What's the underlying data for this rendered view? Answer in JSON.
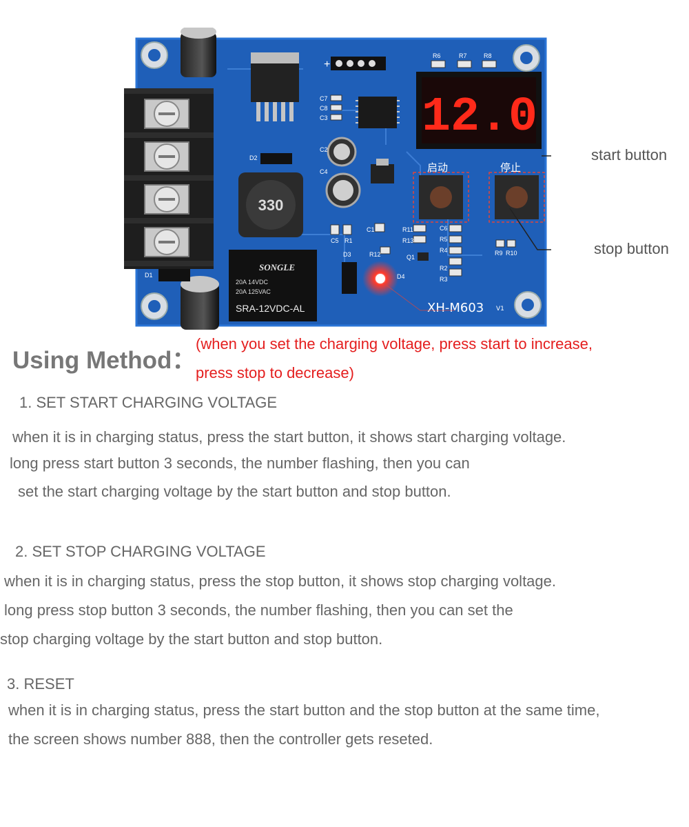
{
  "board": {
    "display_value": "12.0",
    "inductor_label": "330",
    "relay_brand": "SONGLE",
    "relay_spec1": "20A 14VDC",
    "relay_spec2": "20A 125VAC",
    "relay_model": "SRA-12VDC-AL",
    "model_label": "XH-M603",
    "version_label": "V1",
    "start_cn": "启动",
    "stop_cn": "停止",
    "silk": {
      "r6": "R6",
      "r7": "R7",
      "r8": "R8",
      "c7": "C7",
      "c8": "C8",
      "c3": "C3",
      "c2": "C2",
      "c4": "C4",
      "c5": "C5",
      "c1": "C1",
      "c6": "C6",
      "d1": "D1",
      "d2": "D2",
      "d3": "D3",
      "d4": "D4",
      "r1": "R1",
      "r2": "R2",
      "r3": "R3",
      "r4": "R4",
      "r5": "R5",
      "r9": "R9",
      "r10": "R10",
      "r11": "R11",
      "r12": "R12",
      "r13": "R13",
      "q1": "Q1"
    }
  },
  "callouts": {
    "start": "start button",
    "stop": "stop button"
  },
  "heading": {
    "title": "Using Method：",
    "note_line1": "(when you set the charging voltage,  press start to increase,",
    "note_line2": "press stop to decrease)"
  },
  "sections": [
    {
      "title": "1. SET START CHARGING VOLTAGE",
      "lines": [
        "when it is in charging status, press the start button, it shows start charging voltage.",
        "long press  start button  3 seconds, the number flashing, then you can",
        "set the start charging voltage  by the start button and stop button."
      ]
    },
    {
      "title": "2. SET STOP CHARGING VOLTAGE",
      "lines": [
        "when it is in charging status, press the stop button, it shows stop charging voltage.",
        "long  press stop button 3 seconds, the number flashing, then you can set the",
        "stop charging voltage by the start button and stop button."
      ]
    },
    {
      "title": "3. RESET",
      "lines": [
        "when it is in charging status, press the start button and the stop button at the same time,",
        "the screen shows number 888, then the controller gets reseted."
      ]
    }
  ],
  "colors": {
    "pcb": "#1f5fb8",
    "led_red": "#ff2a1a",
    "note_red": "#e41e1e"
  }
}
